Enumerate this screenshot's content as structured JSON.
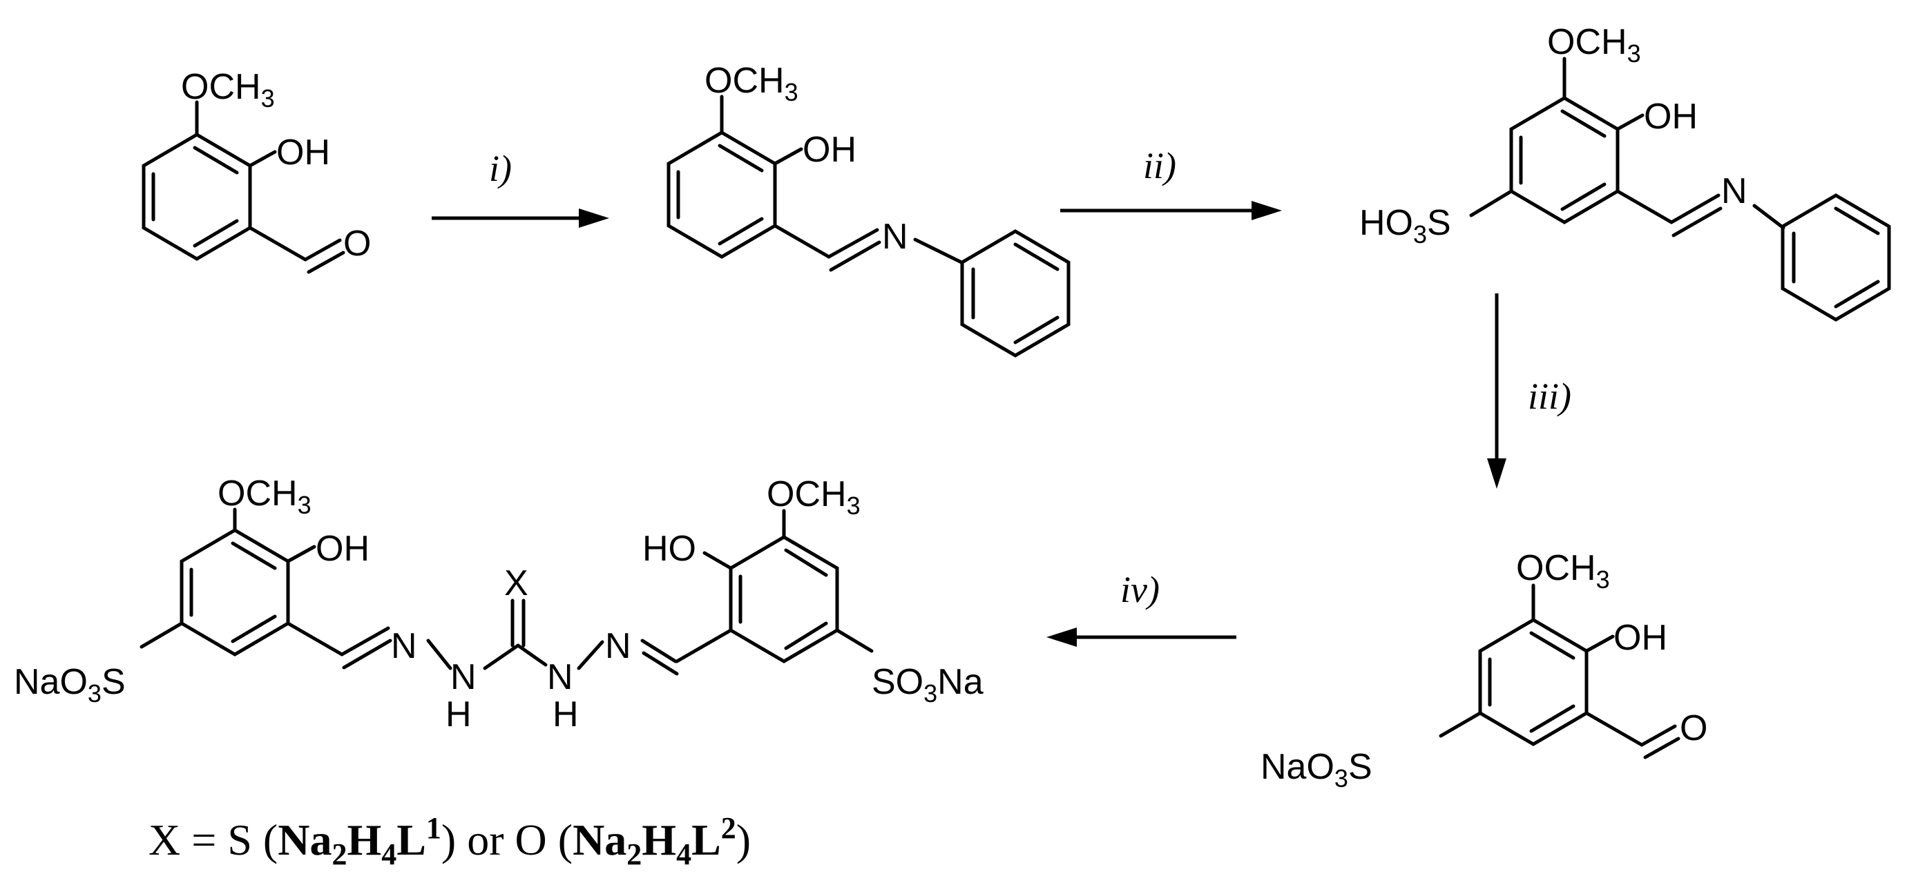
{
  "atoms": {
    "och3_o": "OCH",
    "och3_3": "3",
    "oh": "OH",
    "ho": "HO",
    "o": "O",
    "n": "N",
    "h": "H",
    "x": "X",
    "ho3s_ho": "HO",
    "ho3s_3": "3",
    "ho3s_s": "S",
    "nao3s_nao": "NaO",
    "nao3s_3": "3",
    "nao3s_s": "S",
    "so3na_so": "SO",
    "so3na_3": "3",
    "so3na_na": "Na"
  },
  "steps": {
    "i": "i)",
    "ii": "ii)",
    "iii": "iii)",
    "iv": "iv)"
  },
  "caption": {
    "lead": "X = S (",
    "b1": "Na",
    "s1": "2",
    "b2": "H",
    "s2": "4",
    "b3": "L",
    "sup1": "1",
    "mid": ") or O (",
    "b4": "Na",
    "s3": "2",
    "b5": "H",
    "s4": "4",
    "b6": "L",
    "sup2": "2",
    "tail": ")"
  }
}
